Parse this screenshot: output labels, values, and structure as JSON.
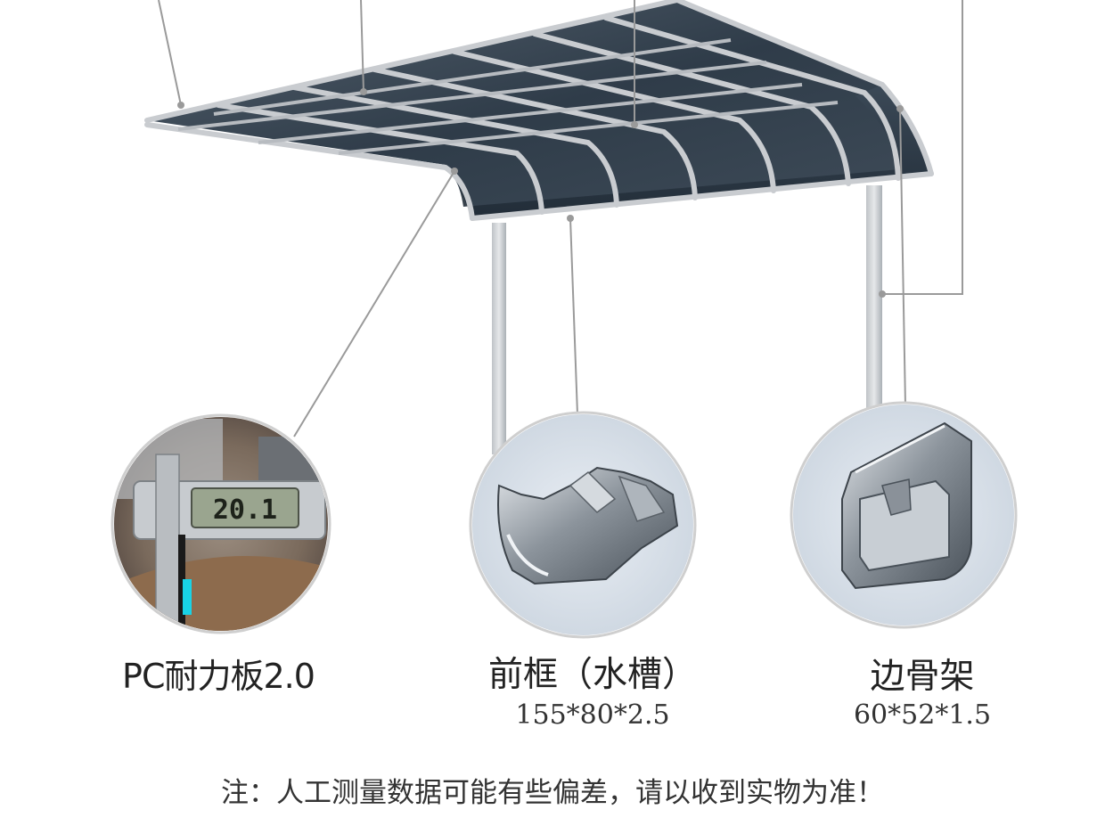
{
  "parts": {
    "pc_panel": {
      "name": "PC耐力板2.0",
      "caliper_reading": "20.1"
    },
    "front_frame": {
      "name": "前框（水槽）",
      "spec": "155*80*2.5"
    },
    "side_frame": {
      "name": "边骨架",
      "spec": "60*52*1.5"
    }
  },
  "note": "注：人工测量数据可能有些偏差，请以收到实物为准！",
  "colors": {
    "frame": "#c9ccd0",
    "panel_dark": "#2c3a48",
    "panel_light": "#4a5a6a",
    "callout_line": "#9a9a9a",
    "text": "#222222"
  }
}
